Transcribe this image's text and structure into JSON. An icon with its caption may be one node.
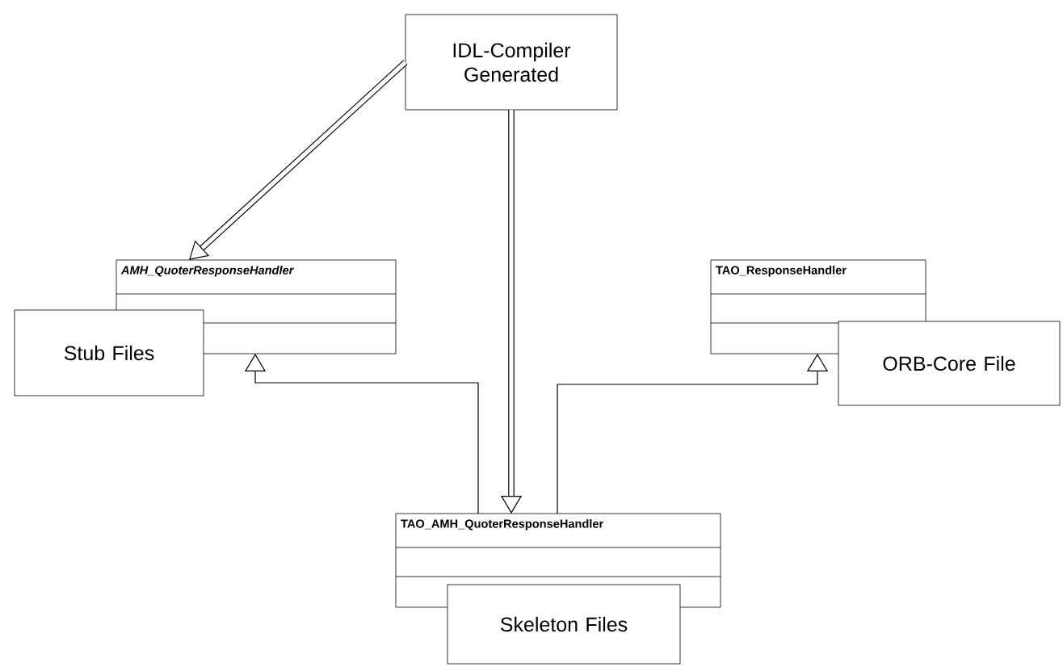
{
  "diagram": {
    "nodes": [
      {
        "text": [
          "IDL-Compiler Generated"
        ]
      },
      {
        "text": [
          "AMH_QuoterResponseHandler"
        ]
      },
      {
        "text": [
          "Stub Files"
        ]
      },
      {
        "text": [
          "TAO_ResponseHandler"
        ]
      },
      {
        "text": [
          "ORB-Core File"
        ]
      },
      {
        "text": [
          "TAO_AMH_QuoterResponseHandler"
        ]
      },
      {
        "text": [
          "Skeleton Files"
        ]
      }
    ],
    "edges": [
      {
        "from": 0,
        "to": 1,
        "arrow": "to",
        "style": "thick"
      },
      {
        "from": 0,
        "to": 5,
        "arrow": "to",
        "style": "thick"
      },
      {
        "from": 5,
        "to": 1,
        "arrow": "to"
      },
      {
        "from": 5,
        "to": 3,
        "arrow": "to"
      }
    ]
  }
}
